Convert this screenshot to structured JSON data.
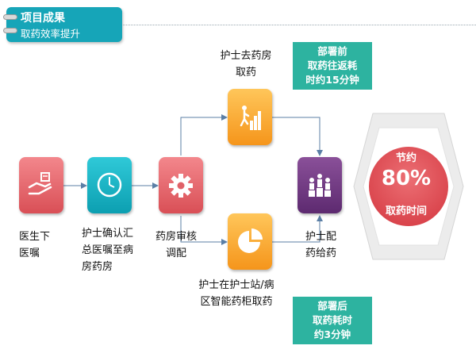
{
  "header": {
    "title": "项目成果",
    "subtitle": "取药效率提升"
  },
  "process": {
    "doctor": {
      "icon": "hand-document-icon",
      "lines": [
        "医生下",
        "医嘱"
      ]
    },
    "nurse_confirm": {
      "icon": "clock-icon",
      "lines": [
        "护士确认汇",
        "总医嘱至病",
        "房药房"
      ]
    },
    "pharmacy_review": {
      "icon": "gear-icon",
      "lines": [
        "药房审核",
        "调配"
      ]
    },
    "nurse_go": {
      "icon": "person-climbing-stairs-icon",
      "lines": [
        "护士去药房",
        "取药"
      ]
    },
    "smart_cabinet": {
      "icon": "pie-chart-icon",
      "lines": [
        "护士在护士站/病",
        "区智能药柜取药"
      ]
    },
    "nurse_dispense": {
      "icon": "podium-people-icon",
      "lines": [
        "护士配",
        "药给药"
      ]
    }
  },
  "notes": {
    "before": [
      "部署前",
      "取药往返耗",
      "时约15分钟"
    ],
    "after": [
      "部署后",
      "取药耗时",
      "约3分钟"
    ]
  },
  "badge": {
    "line1": "节约",
    "value": "80%",
    "line2": "取药时间"
  },
  "colors": {
    "teal": "#16a5b8",
    "red": "#e0575e",
    "orange": "#f7a325",
    "purple": "#6b3580",
    "note_green": "#2db3a0",
    "connector": "#5b7fa6"
  }
}
